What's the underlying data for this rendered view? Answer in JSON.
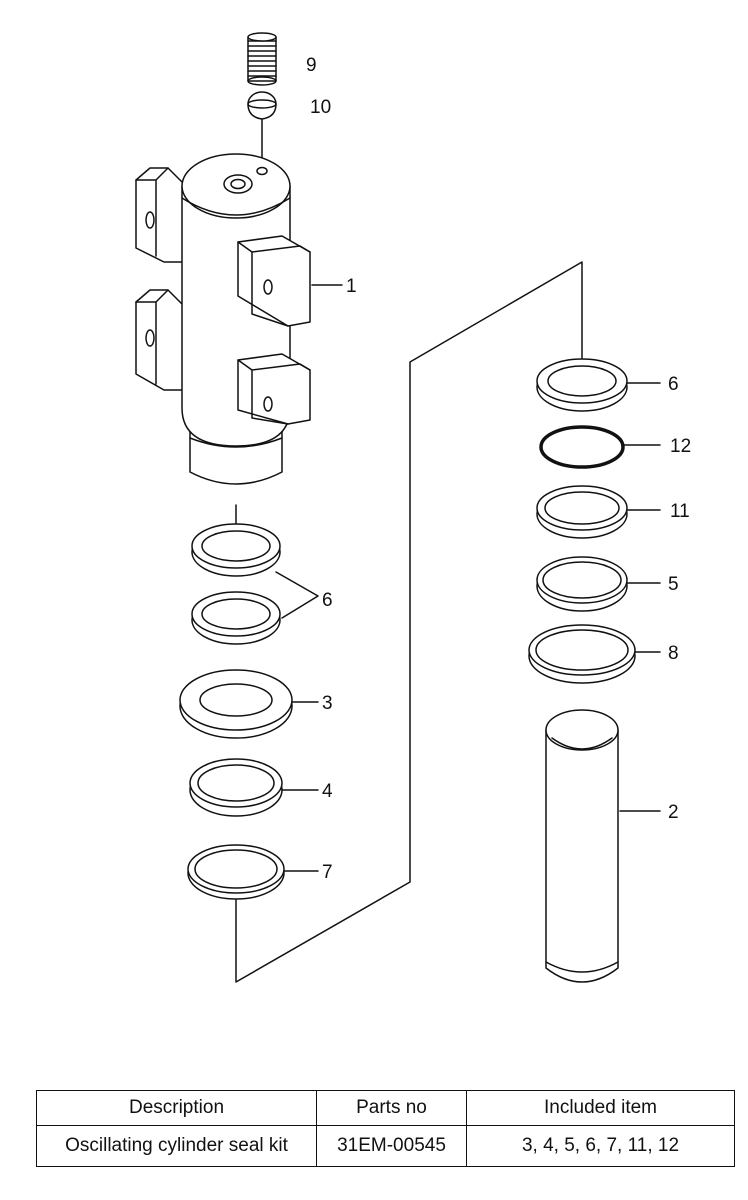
{
  "diagram": {
    "callouts": {
      "c9": "9",
      "c10": "10",
      "c1": "1",
      "c6_left": "6",
      "c3": "3",
      "c4": "4",
      "c7": "7",
      "c6_right": "6",
      "c12": "12",
      "c11": "11",
      "c5": "5",
      "c8": "8",
      "c2": "2"
    }
  },
  "table": {
    "headers": {
      "description": "Description",
      "parts_no": "Parts no",
      "included": "Included item"
    },
    "row": {
      "description": "Oscillating cylinder seal kit",
      "parts_no": "31EM-00545",
      "included": "3, 4, 5, 6, 7, 11, 12"
    }
  }
}
